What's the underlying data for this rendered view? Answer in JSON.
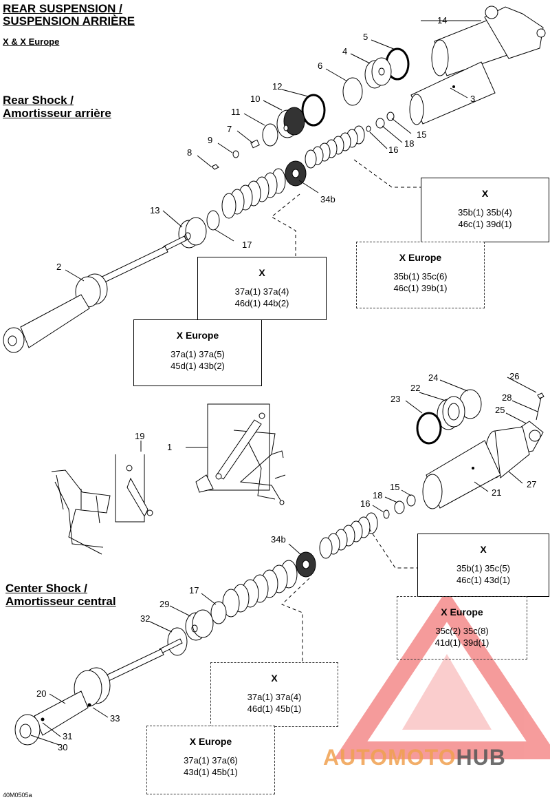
{
  "header": {
    "title_line1": "REAR SUSPENSION /",
    "title_line2": "SUSPENSION ARRIÈRE",
    "models": "X & X Europe"
  },
  "sections": {
    "rear_shock_line1": "Rear Shock /",
    "rear_shock_line2": "Amortisseur arrière",
    "center_shock_line1": "Center Shock /",
    "center_shock_line2": "Amortisseur central"
  },
  "callouts": {
    "c14": "14",
    "c5": "5",
    "c4": "4",
    "c6": "6",
    "c12": "12",
    "c10": "10",
    "c3": "3",
    "c11": "11",
    "c7": "7",
    "c15a": "15",
    "c9": "9",
    "c18a": "18",
    "c16a": "16",
    "c8": "8",
    "c34b_a": "34b",
    "c13": "13",
    "c17a": "17",
    "c2": "2",
    "c24": "24",
    "c26": "26",
    "c22": "22",
    "c23": "23",
    "c28": "28",
    "c25": "25",
    "c19": "19",
    "c1": "1",
    "c27": "27",
    "c15b": "15",
    "c18b": "18",
    "c21": "21",
    "c16b": "16",
    "c34b_b": "34b",
    "c17b": "17",
    "c29": "29",
    "c32": "32",
    "c20": "20",
    "c33": "33",
    "c31": "31",
    "c30": "30"
  },
  "boxes": {
    "rear_x": {
      "title": "X",
      "row1": "35b(1)   35b(4)",
      "row2": "46c(1)   39d(1)"
    },
    "rear_x_europe": {
      "title": "X Europe",
      "row1": "35b(1)   35c(6)",
      "row2": "46c(1)   39b(1)"
    },
    "rear_lower_x": {
      "title": "X",
      "row1": "37a(1)   37a(4)",
      "row2": "46d(1)   44b(2)"
    },
    "rear_lower_x_europe": {
      "title": "X Europe",
      "row1": "37a(1)   37a(5)",
      "row2": "45d(1)   43b(2)"
    },
    "center_x": {
      "title": "X",
      "row1": "35b(1)   35c(5)",
      "row2": "46c(1)   43d(1)"
    },
    "center_x_europe": {
      "title": "X Europe",
      "row1": "35c(2)   35c(8)",
      "row2": "41d(1)   39d(1)"
    },
    "center_lower_x": {
      "title": "X",
      "row1": "37a(1)   37a(4)",
      "row2": "46d(1)   45b(1)"
    },
    "center_lower_x_europe": {
      "title": "X Europe",
      "row1": "37a(1)   37a(6)",
      "row2": "43d(1)   45b(1)"
    }
  },
  "figure_code": "40M0505a",
  "watermark": {
    "part1": "AUTOMOTO",
    "part2": "HUB",
    "color1": "#f0a050",
    "color2": "#555555",
    "logo_color": "#ee4a4a"
  }
}
